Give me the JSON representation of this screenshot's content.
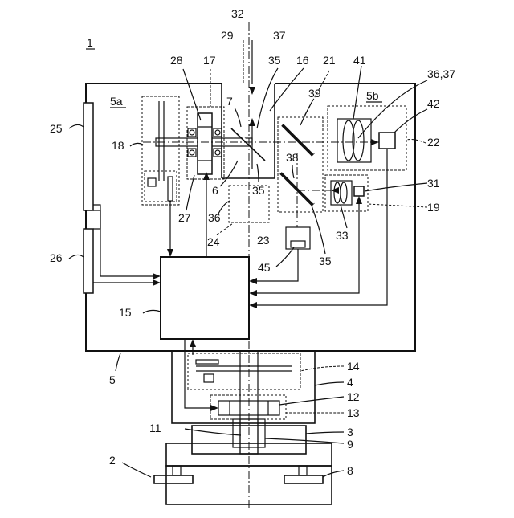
{
  "diagram": {
    "main_label": "1",
    "sub_labels": {
      "5a": "5a",
      "5b": "5b"
    },
    "labels": {
      "l1": "1",
      "l2": "2",
      "l3": "3",
      "l4": "4",
      "l5": "5",
      "l6": "6",
      "l7": "7",
      "l8": "8",
      "l9": "9",
      "l11": "11",
      "l12": "12",
      "l13": "13",
      "l14": "14",
      "l15": "15",
      "l16": "16",
      "l17": "17",
      "l18": "18",
      "l19": "19",
      "l21": "21",
      "l22": "22",
      "l23": "23",
      "l24": "24",
      "l25": "25",
      "l26": "26",
      "l27": "27",
      "l28": "28",
      "l29": "29",
      "l31": "31",
      "l32": "32",
      "l33": "33",
      "l35a": "35",
      "l35b": "35",
      "l35c": "35",
      "l36": "36",
      "l36_37": "36,37",
      "l37": "37",
      "l38": "38",
      "l39": "39",
      "l41": "41",
      "l42": "42",
      "l45": "45"
    }
  }
}
